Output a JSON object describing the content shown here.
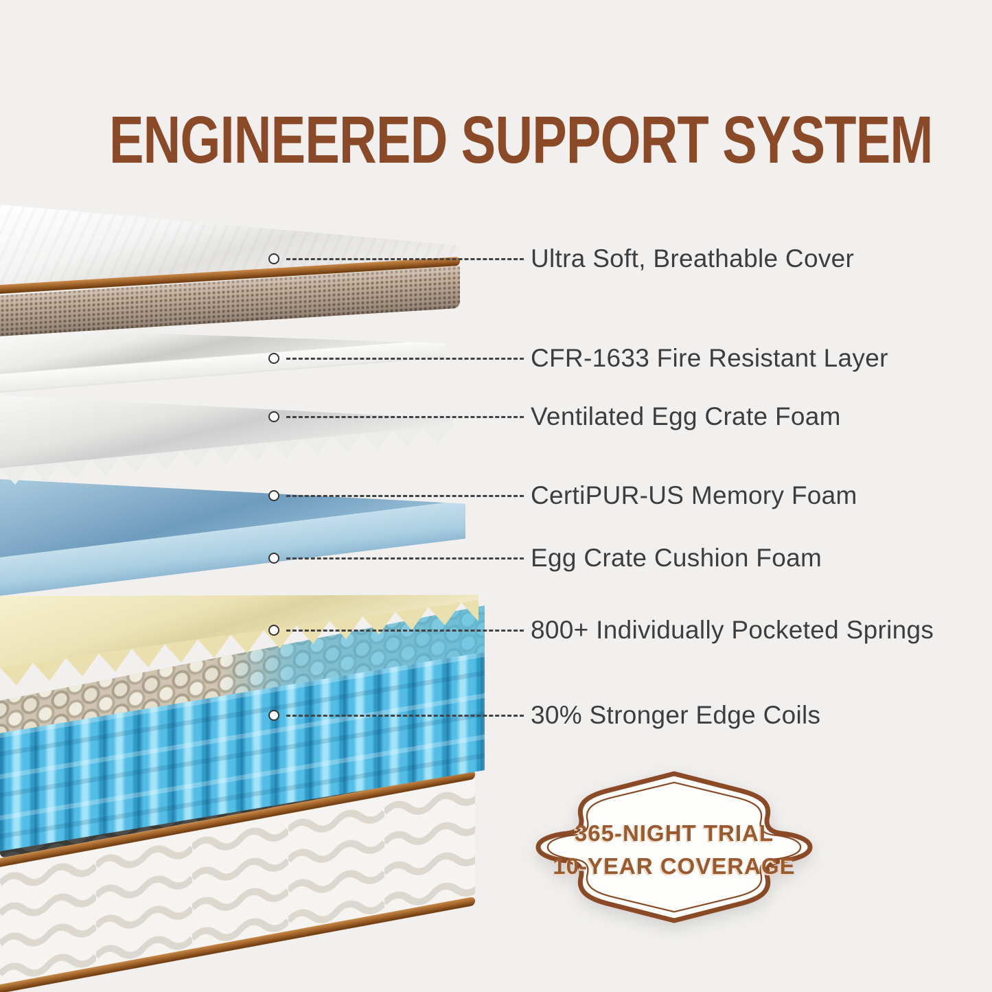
{
  "page": {
    "background_color": "#f1f0ee"
  },
  "title": {
    "text": "ENGINEERED SUPPORT SYSTEM",
    "color": "#8a4a27"
  },
  "callouts": [
    {
      "label": "Ultra Soft, Breathable Cover"
    },
    {
      "label": "CFR-1633 Fire Resistant Layer"
    },
    {
      "label": "Ventilated Egg Crate Foam"
    },
    {
      "label": "CertiPUR-US Memory Foam"
    },
    {
      "label": "Egg Crate Cushion Foam"
    },
    {
      "label": "800+ Individually Pocketed Springs"
    },
    {
      "label": "30% Stronger Edge Coils"
    }
  ],
  "badge": {
    "line1": "365-NIGHT TRIAL",
    "line2": "10-YEAR COVERAGE",
    "frame_color": "#8a4a26",
    "text_color": "#9a5a30"
  },
  "illustration": {
    "layers": [
      {
        "name": "quilted-cover"
      },
      {
        "name": "fire-resistant-layer"
      },
      {
        "name": "ventilated-egg-crate-foam"
      },
      {
        "name": "memory-foam"
      },
      {
        "name": "egg-crate-cushion-foam"
      },
      {
        "name": "pocketed-springs"
      },
      {
        "name": "quilted-base"
      }
    ],
    "colors": {
      "memory_foam_blue": "#84acc9",
      "cushion_cream": "#ece3b6",
      "spring_blue": "#54bde6",
      "cover_tan": "#c6b09d",
      "piping_brown": "#a3642a",
      "base_dark": "#4b4b48"
    }
  }
}
